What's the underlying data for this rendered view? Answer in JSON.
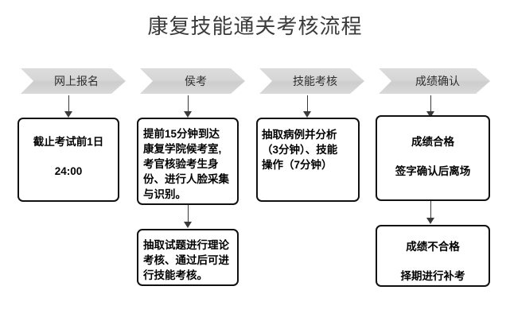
{
  "title": "康复技能通关考核流程",
  "colors": {
    "banner_fill": "#d6d6d6",
    "banner_text": "#2f2f2f",
    "box_border": "#111111",
    "box_fill": "#ffffff",
    "connector": "#3a3a3a",
    "title_text": "#3b3b3b"
  },
  "banners": [
    {
      "label": "网上报名"
    },
    {
      "label": "侯考"
    },
    {
      "label": "技能考核"
    },
    {
      "label": "成绩确认"
    }
  ],
  "boxes": {
    "top": [
      {
        "lines": [
          "截止考试前1日",
          "24:00"
        ]
      },
      {
        "lines": [
          "提前15分钟到达",
          "康复学院候考室,",
          "考官核验考生身",
          "份、进行人脸采集",
          "与识别。"
        ]
      },
      {
        "lines": [
          "抽取病例并分析",
          "（3分钟）、技能",
          "操作（7分钟）"
        ]
      },
      {
        "lines": [
          "成绩合格",
          "签字确认后离场"
        ]
      }
    ],
    "bottom": [
      {
        "lines": [
          "抽取试题进行理论",
          "考核、通过后可进",
          "行技能考核。"
        ]
      },
      {
        "lines": [
          "成绩不合格",
          "择期进行补考"
        ]
      }
    ]
  }
}
